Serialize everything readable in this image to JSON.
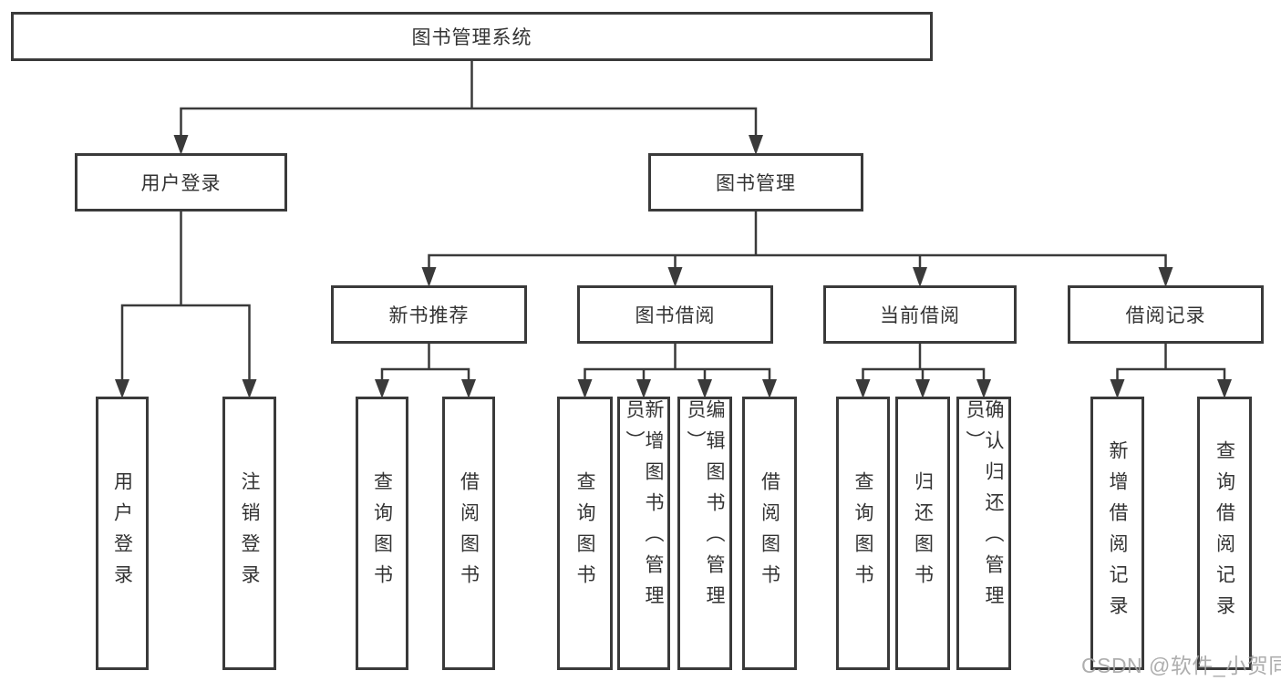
{
  "nodes": {
    "root": "图书管理系统",
    "user_login": "用户登录",
    "book_management": "图书管理",
    "new_book_recommend": "新书推荐",
    "book_borrow": "图书借阅",
    "current_borrow": "当前借阅",
    "borrow_record": "借阅记录"
  },
  "leaves": {
    "user_login": [
      "用户登录",
      "注销登录"
    ],
    "new_book_recommend": [
      "查询图书",
      "借阅图书"
    ],
    "book_borrow": [
      "查询图书",
      "新增图书（管理员）",
      "编辑图书（管理员）",
      "借阅图书"
    ],
    "current_borrow": [
      "查询图书",
      "归还图书",
      "确认归还（管理员）"
    ],
    "borrow_record": [
      "新增借阅记录",
      "查询借阅记录"
    ]
  },
  "watermark": "CSDN @软件_小贺同学",
  "colors": {
    "line": "#3a3a3a",
    "text": "#333333",
    "background": "#ffffff",
    "watermark": "#a3a3a3"
  }
}
